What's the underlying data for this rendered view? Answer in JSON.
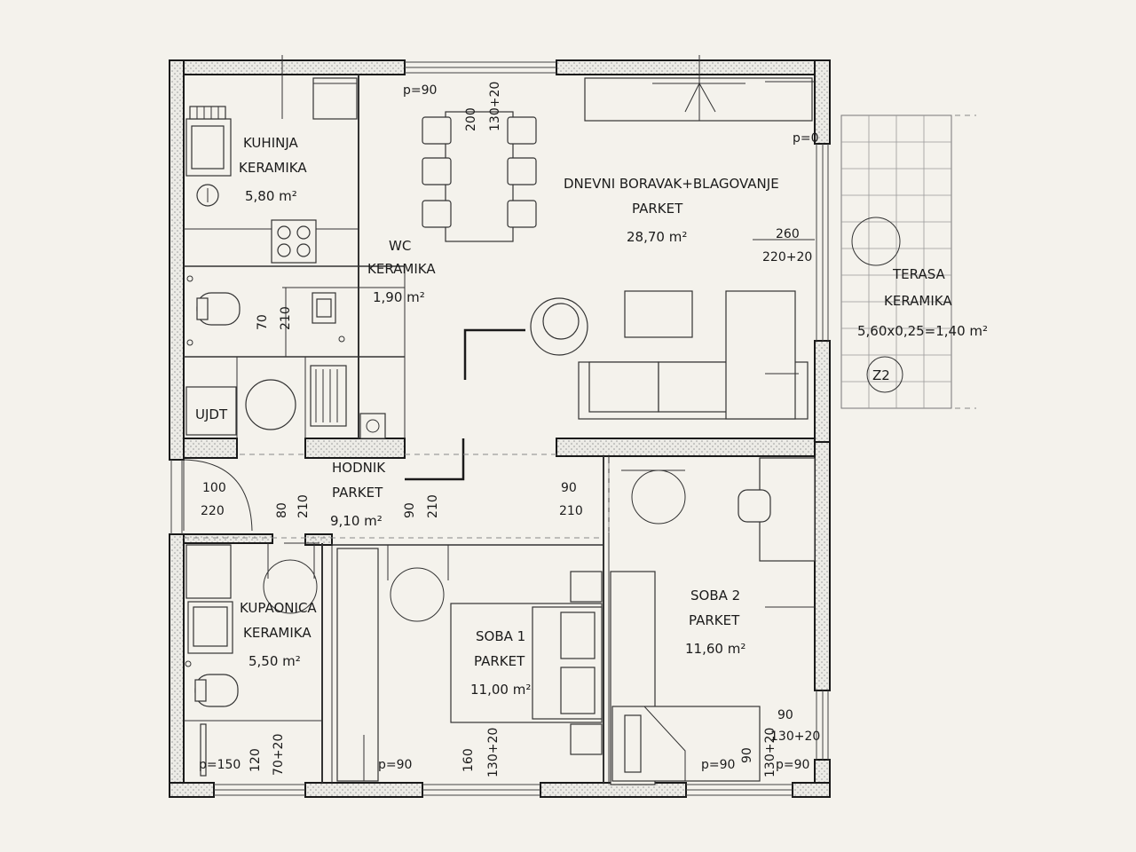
{
  "rooms": {
    "kuhinja": {
      "name": "KUHINJA",
      "floor": "KERAMIKA",
      "area": "5,80 m²"
    },
    "wc": {
      "name": "WC",
      "floor": "KERAMIKA",
      "area": "1,90 m²"
    },
    "dnevni": {
      "name": "DNEVNI BORAVAK+BLAGOVANJE",
      "floor": "PARKET",
      "area": "28,70 m²"
    },
    "terasa": {
      "name": "TERASA",
      "floor": "KERAMIKA",
      "area": "5,60x0,25=1,40 m²"
    },
    "ujdt": {
      "name": "UJDT"
    },
    "hodnik": {
      "name": "HODNIK",
      "floor": "PARKET",
      "area": "9,10 m²"
    },
    "kupaonica": {
      "name": "KUPAONICA",
      "floor": "KERAMIKA",
      "area": "5,50 m²"
    },
    "soba1": {
      "name": "SOBA 1",
      "floor": "PARKET",
      "area": "11,00 m²"
    },
    "soba2": {
      "name": "SOBA 2",
      "floor": "PARKET",
      "area": "11,60 m²"
    }
  },
  "marks": {
    "z2": "Z2"
  },
  "dims": {
    "p90_top": "p=90",
    "w200": "200",
    "w130_20_top": "130+20",
    "p0": "p=0",
    "d260": "260",
    "d220_20": "220+20",
    "d70": "70",
    "d210_wc": "210",
    "d100": "100",
    "d220": "220",
    "d80": "80",
    "d210_a": "210",
    "d90_a": "90",
    "d210_b": "210",
    "d90_b": "90",
    "d210_c": "210",
    "d120": "120",
    "d70_20": "70+20",
    "p150": "p=150",
    "p90_b1": "p=90",
    "d160": "160",
    "d130_20_b": "130+20",
    "p90_b2": "p=90",
    "d90_c": "90",
    "d130_20_c": "130+20",
    "d90_d": "90",
    "d130_20_d": "130+20",
    "p90_b3": "p=90"
  }
}
